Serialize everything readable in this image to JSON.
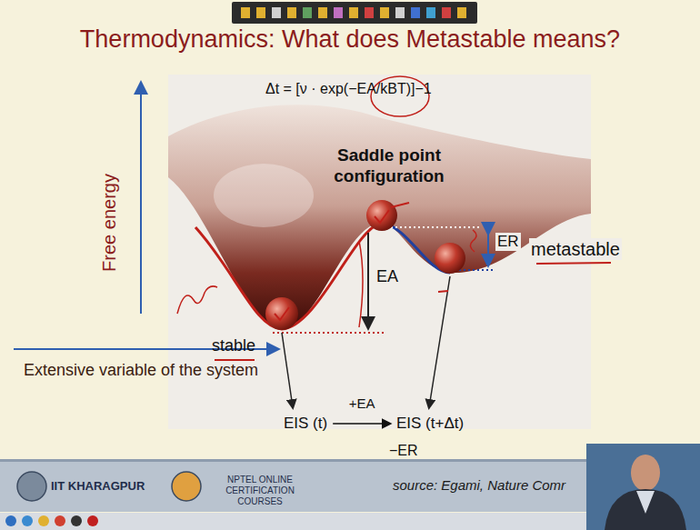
{
  "diagram": {
    "title": "Thermodynamics: What does Metastable means?",
    "nodes": [
      {
        "text": [
          "EIS (t)"
        ]
      },
      {
        "text": [
          "EIS (t+Δt)"
        ]
      }
    ],
    "edges": [
      {
        "from": 0,
        "to": 1,
        "arrow": "to",
        "label": "+EA"
      }
    ],
    "labels": [
      "Δt = [ν · exp(−EA/kBT)]−1",
      "Saddle point configuration",
      "Free energy",
      "EA",
      "ER",
      "metastable",
      "stable",
      "Extensive variable of the system",
      "−ER",
      "IIT KHARAGPUR",
      "NPTEL ONLINE CERTIFICATION COURSES",
      "source: Egami, Nature Comr"
    ]
  }
}
